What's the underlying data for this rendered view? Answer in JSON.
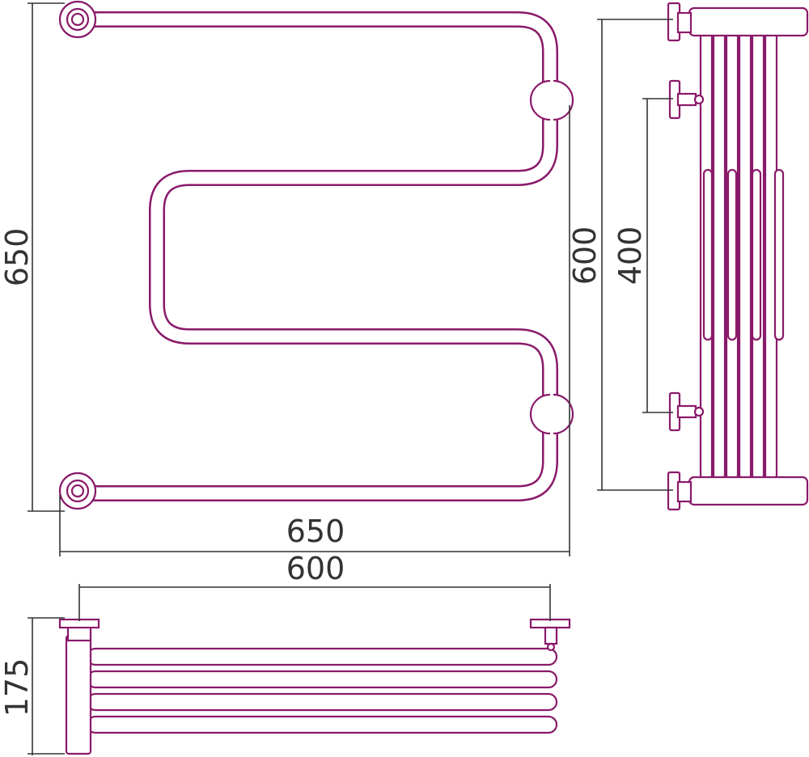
{
  "colors": {
    "line": "#8a1a6a",
    "dimension": "#333333"
  },
  "front_view": {
    "height_label": "650",
    "center_height_label": "600",
    "width_label": "650"
  },
  "side_view": {
    "mount_label": "400"
  },
  "top_view": {
    "center_width_label": "600",
    "depth_label": "175"
  }
}
